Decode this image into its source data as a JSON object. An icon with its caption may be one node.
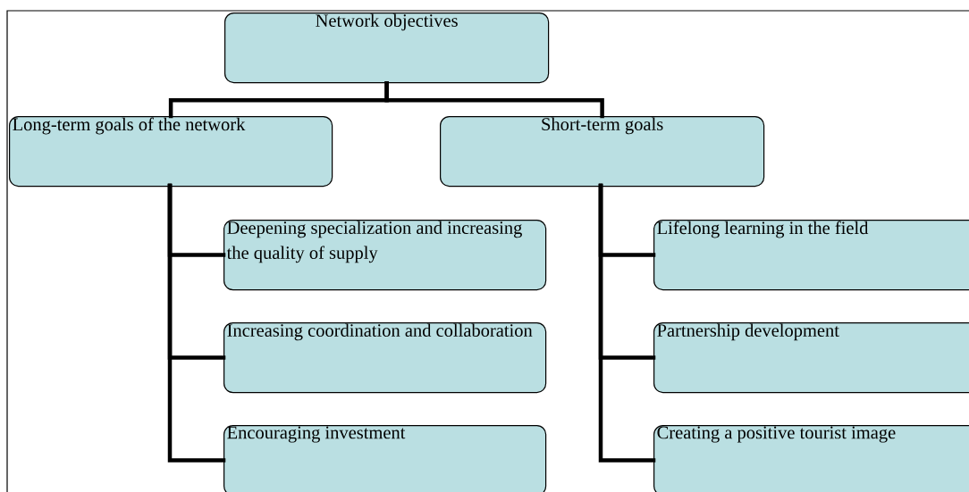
{
  "diagram": {
    "nodes": [
      {
        "text": [
          "Network objectives"
        ]
      },
      {
        "text": [
          "Long-term goals of the network"
        ]
      },
      {
        "text": [
          "Short-term goals"
        ]
      },
      {
        "text": [
          "Deepening specialization and increasing the quality of supply"
        ]
      },
      {
        "text": [
          "Increasing coordination and collaboration"
        ]
      },
      {
        "text": [
          "Encouraging investment"
        ]
      },
      {
        "text": [
          "Lifelong learning in the field"
        ]
      },
      {
        "text": [
          "Partnership development"
        ]
      },
      {
        "text": [
          "Creating a positive tourist image"
        ]
      }
    ],
    "edges": [
      {
        "from": 0,
        "to": 1,
        "arrow": "none"
      },
      {
        "from": 0,
        "to": 2,
        "arrow": "none"
      },
      {
        "from": 1,
        "to": 3,
        "arrow": "none"
      },
      {
        "from": 1,
        "to": 4,
        "arrow": "none"
      },
      {
        "from": 1,
        "to": 5,
        "arrow": "none"
      },
      {
        "from": 2,
        "to": 6,
        "arrow": "none"
      },
      {
        "from": 2,
        "to": 7,
        "arrow": "none"
      },
      {
        "from": 2,
        "to": 8,
        "arrow": "none"
      }
    ]
  }
}
